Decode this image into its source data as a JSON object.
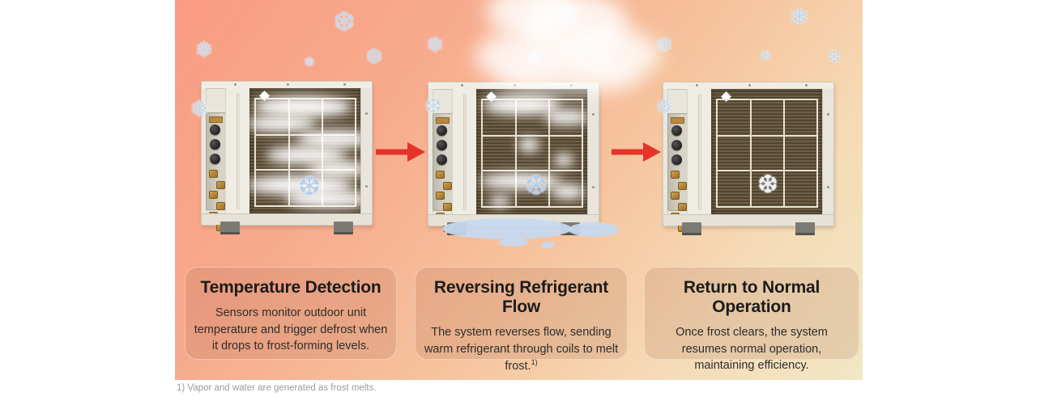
{
  "scene": {
    "description_colors": {
      "background_gradient_from": "#f99c83",
      "background_gradient_to": "#f2e6c4",
      "snowflake_color": "#c8d7e8",
      "arrow_color": "#e5332a",
      "frost_color": "#ffffff",
      "water_color": "#c6d9f2",
      "card_tint": "rgba(146,74,48,0.15)"
    }
  },
  "icons": {
    "snowflake": "❅",
    "snowflake_alt": "❆"
  },
  "steps": [
    {
      "title": "Temperature Detection",
      "body": "Sensors monitor outdoor unit temperature and trigger defrost when it drops to frost-forming levels."
    },
    {
      "title": "Reversing Refrigerant Flow",
      "body": "The system reverses flow, sending warm refrigerant through coils to melt frost.",
      "superscript": "1)"
    },
    {
      "title": "Return to Normal Operation",
      "body": "Once frost clears, the system resumes normal operation, maintaining efficiency."
    }
  ],
  "footnote": "1) Vapor and water are generated as frost melts."
}
